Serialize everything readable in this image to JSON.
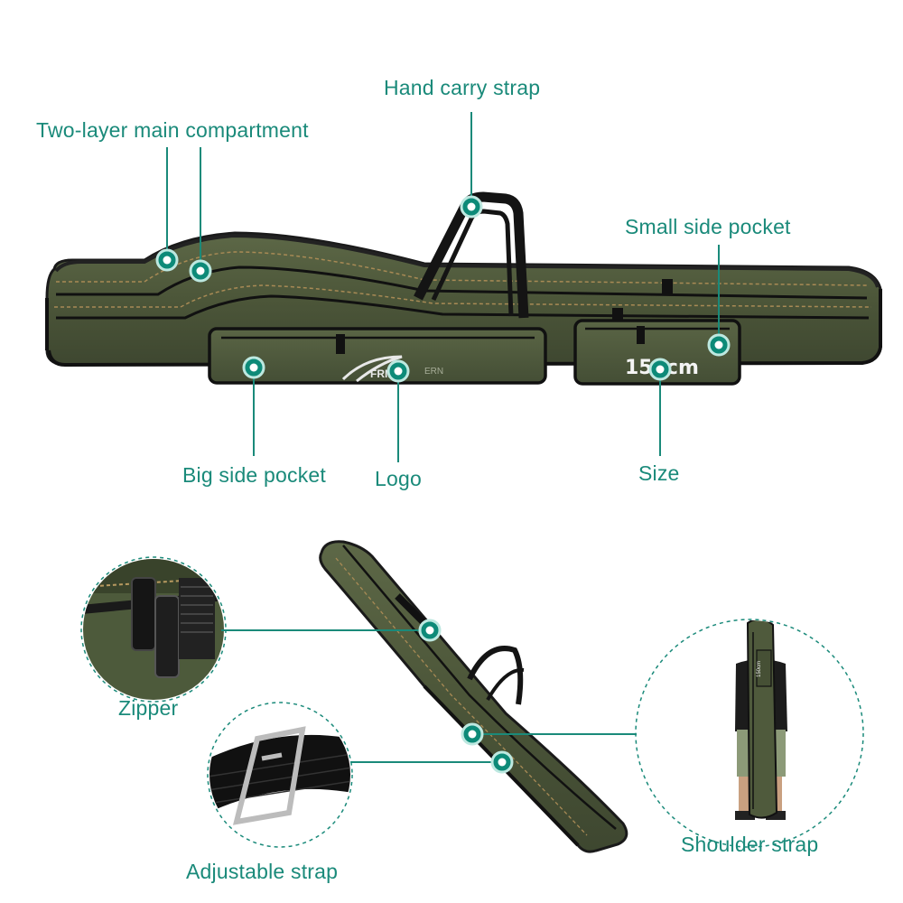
{
  "labels": {
    "main_compartment": "Two-layer main compartment",
    "hand_strap": "Hand carry strap",
    "small_pocket": "Small side pocket",
    "big_pocket": "Big side pocket",
    "logo": "Logo",
    "size": "Size",
    "zipper": "Zipper",
    "adjustable_strap": "Adjustable strap",
    "shoulder_strap": "Shoulder strap"
  },
  "bag_print": {
    "size_text": "150cm",
    "mini_size_text": "150cm"
  },
  "colors": {
    "label": "#1a8a7a",
    "leader": "#1a8a7a",
    "marker_fill": "#0d8a78",
    "bag_green": "#4f5a3c",
    "trim": "#111111"
  }
}
